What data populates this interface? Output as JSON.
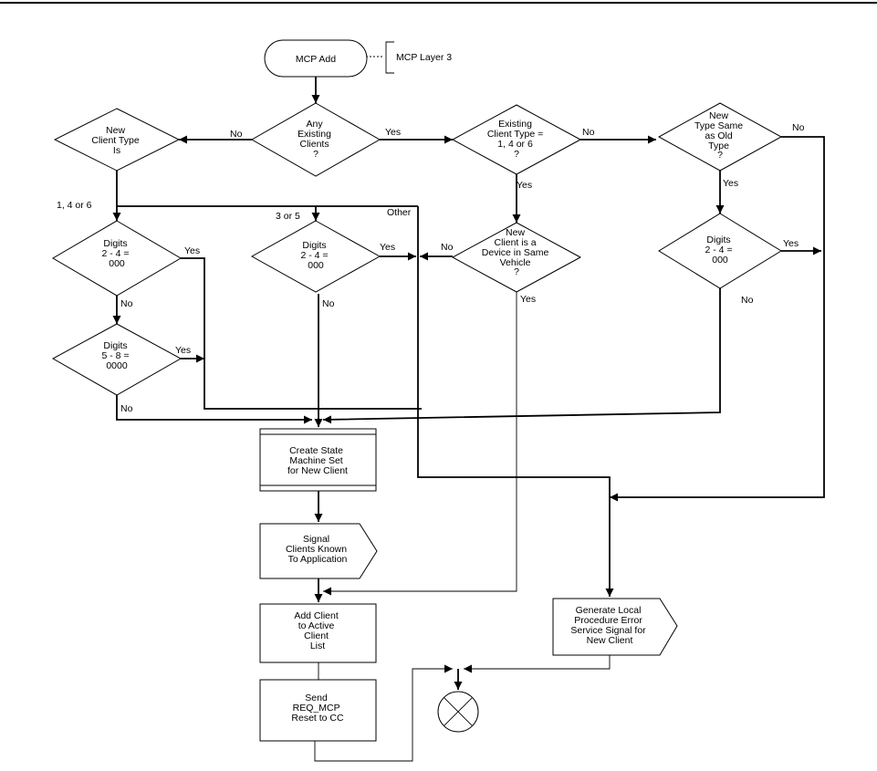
{
  "nodes": {
    "start": "MCP Add",
    "annotation": "MCP Layer 3",
    "any_existing": [
      "Any",
      "Existing",
      "Clients",
      "?"
    ],
    "new_client_type": [
      "New",
      "Client Type",
      "Is"
    ],
    "existing_type": [
      "Existing",
      "Client Type =",
      "1, 4 or 6",
      "?"
    ],
    "type_same": [
      "New",
      "Type Same",
      "as Old",
      "Type",
      "?"
    ],
    "digits_a": [
      "Digits",
      "2 - 4 =",
      "000"
    ],
    "digits_b": [
      "Digits",
      "2 - 4 =",
      "000"
    ],
    "device_same": [
      "New",
      "Client is a",
      "Device in Same",
      "Vehicle",
      "?"
    ],
    "digits_c": [
      "Digits",
      "2 - 4 =",
      "000"
    ],
    "digits_d": [
      "Digits",
      "5 - 8 =",
      "0000"
    ],
    "create_sm": [
      "Create State",
      "Machine Set",
      "for New Client"
    ],
    "signal_known": [
      "Signal",
      "Clients Known",
      "To Application"
    ],
    "add_client": [
      "Add Client",
      "to Active",
      "Client",
      "List"
    ],
    "send_req": [
      "Send",
      "REQ_MCP",
      "Reset to CC"
    ],
    "gen_error": [
      "Generate Local",
      "Procedure Error",
      "Service Signal for",
      "New Client"
    ]
  },
  "edge_labels": {
    "any_no": "No",
    "any_yes": "Yes",
    "existing_no": "No",
    "existing_yes": "Yes",
    "same_no": "No",
    "same_yes": "Yes",
    "type_146": "1, 4 or 6",
    "type_35": "3 or 5",
    "type_other": "Other",
    "digits_a_yes": "Yes",
    "digits_a_no": "No",
    "digits_b_yes": "Yes",
    "digits_b_no": "No",
    "device_no": "No",
    "device_yes": "Yes",
    "digits_c_yes": "Yes",
    "digits_c_no": "No",
    "digits_d_yes": "Yes",
    "digits_d_no": "No"
  }
}
